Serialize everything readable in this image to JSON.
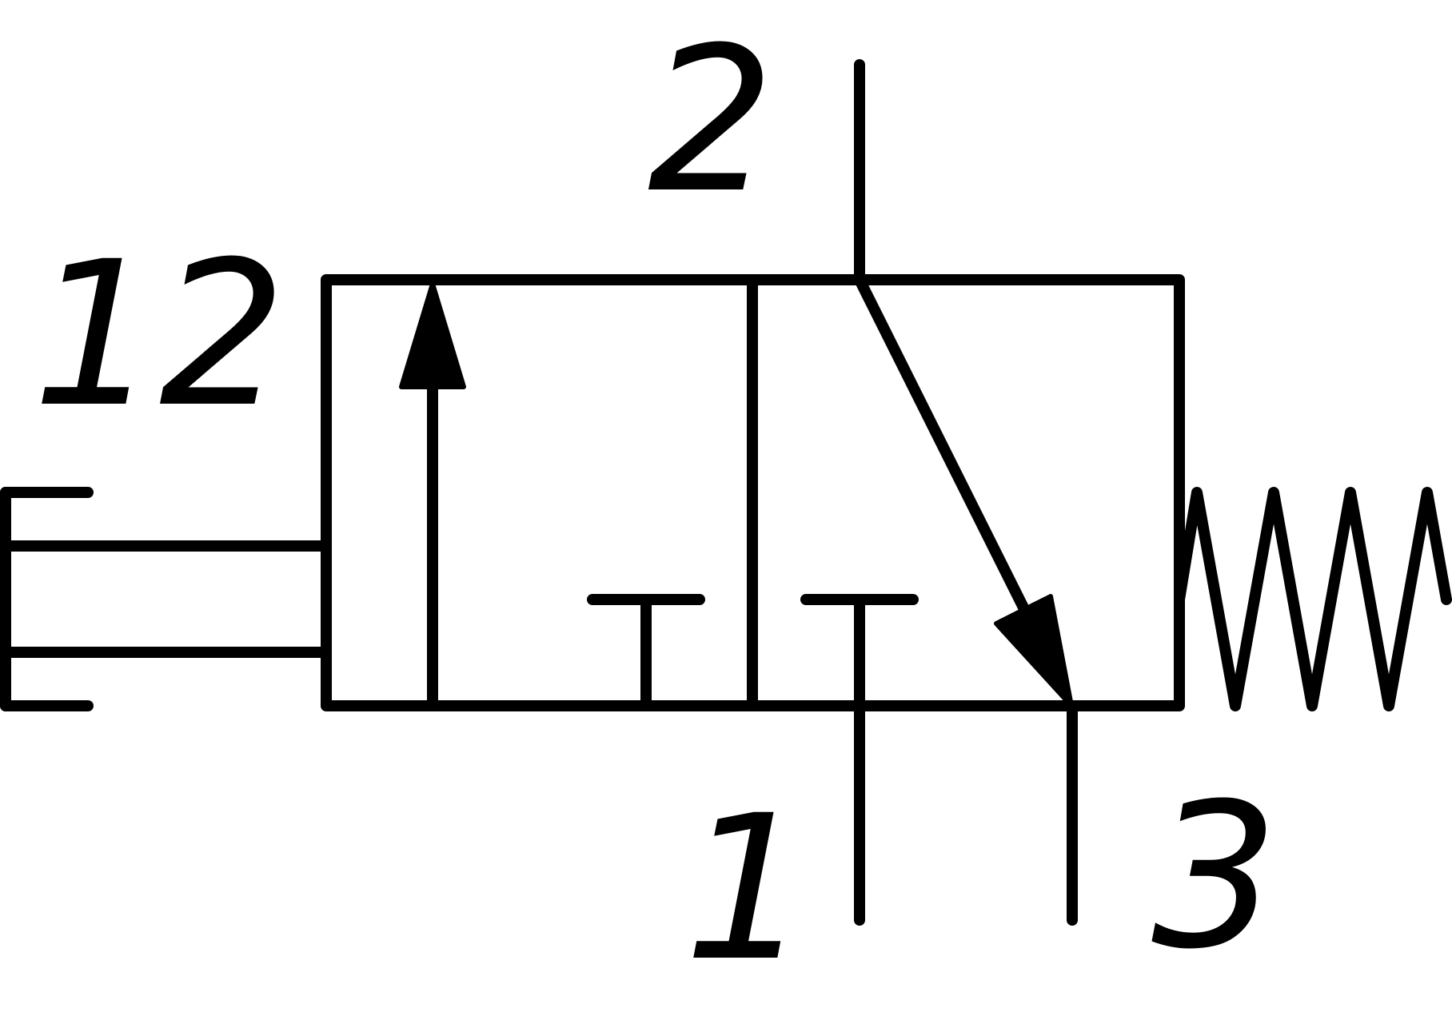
{
  "diagram": {
    "symbol_color": "#000000",
    "background": "#ffffff",
    "ports": {
      "pilot": "12",
      "outlet": "2",
      "inlet": "1",
      "exhaust": "3"
    }
  }
}
